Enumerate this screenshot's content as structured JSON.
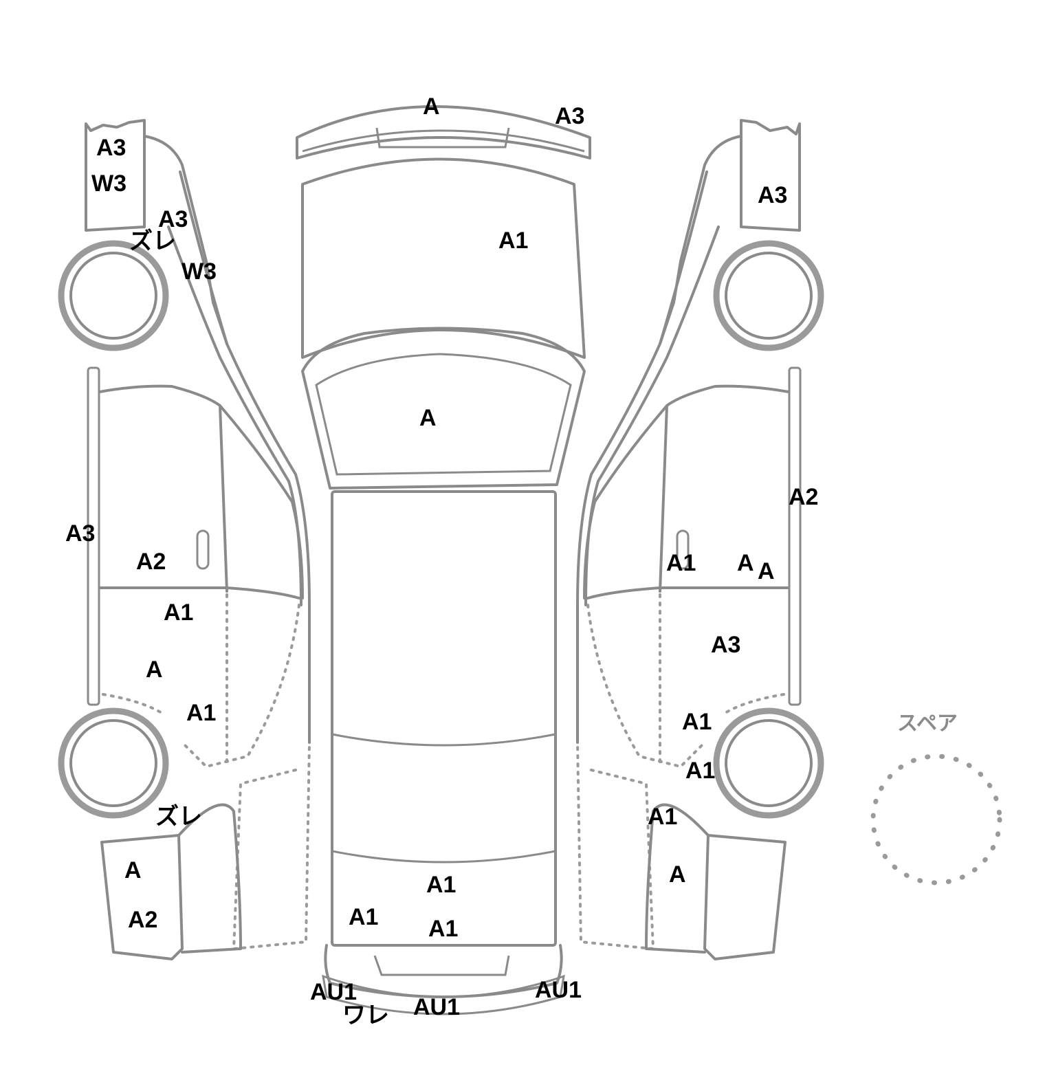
{
  "spare_label": "スペア",
  "marks": {
    "left_side": [
      "A3",
      "W3",
      "A3",
      "ズレ",
      "W3",
      "A3",
      "A2",
      "A1",
      "A",
      "A1",
      "ズレ",
      "A",
      "A2"
    ],
    "top_view": [
      "A",
      "A3",
      "A1",
      "A",
      "A1",
      "A1",
      "A1",
      "AU1",
      "ワレ",
      "AU1",
      "AU1"
    ],
    "right_side": [
      "A3",
      "A2",
      "A1",
      "A",
      "A",
      "A3",
      "A1",
      "A1",
      "A1",
      "A"
    ]
  }
}
